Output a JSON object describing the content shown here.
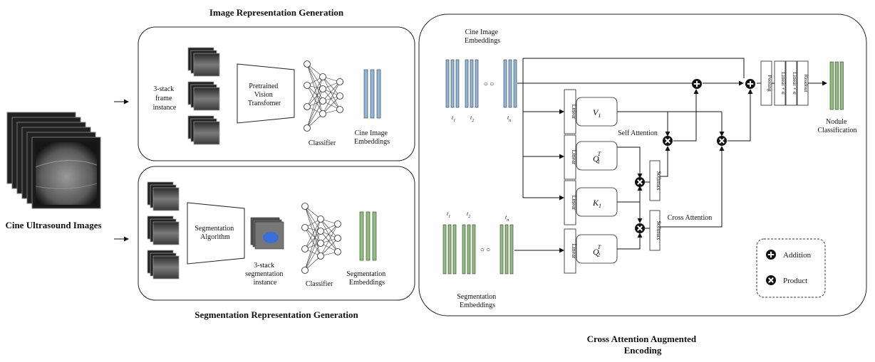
{
  "titles": {
    "image_rep": "Image Representation Generation",
    "seg_rep": "Segmentation Representation Generation",
    "cross_attn_line1": "Cross Attention Augmented",
    "cross_attn_line2": "Encoding",
    "cine_ultrasound": "Cine Ultrasound Images"
  },
  "image_panel": {
    "stack_label": [
      "3-stack",
      "frame",
      "instance"
    ],
    "vit_label": [
      "Pretrained",
      "Vision",
      "Transfomer"
    ],
    "classifier": "Classifier",
    "embeddings": [
      "Cine Image",
      "Embeddings"
    ]
  },
  "seg_panel": {
    "algorithm_label": [
      "Segmentation",
      "Algorithm"
    ],
    "stack_label": [
      "3-stack",
      "segmentation",
      "instance"
    ],
    "classifier": "Classifier",
    "embeddings": [
      "Segmentation",
      "Embeddings"
    ]
  },
  "encoder": {
    "cine_embeddings": [
      "Cine Image",
      "Embeddings"
    ],
    "seg_embeddings": [
      "Segmentation",
      "Embeddings"
    ],
    "cine_subs": [
      "1",
      "2",
      "n"
    ],
    "seg_subs": [
      "1",
      "2",
      "n"
    ],
    "ellipsis": "○ ○",
    "token_letter": "t",
    "linear": "Linear",
    "softmax": "Softmax",
    "v_label": "V",
    "q1_label": "Q",
    "k_label": "K",
    "q2_label": "Q",
    "sub_1": "1",
    "sub_2": "2",
    "sup_t": "T",
    "self_attention": "Self Attention",
    "cross_attention": "Cross Attention",
    "head": [
      "Pooling",
      "Linear + σ",
      "Linear + σ",
      "Readout"
    ],
    "nodule": [
      "Nodule",
      "Classification"
    ]
  },
  "legend": {
    "addition": "Addition",
    "product": "Product"
  },
  "colors": {
    "cine_blue": "#8fb8dc",
    "seg_green": "#8dc07a",
    "seg_blob": "#3a6fd8",
    "frame_dark": "#1a1a1a"
  }
}
